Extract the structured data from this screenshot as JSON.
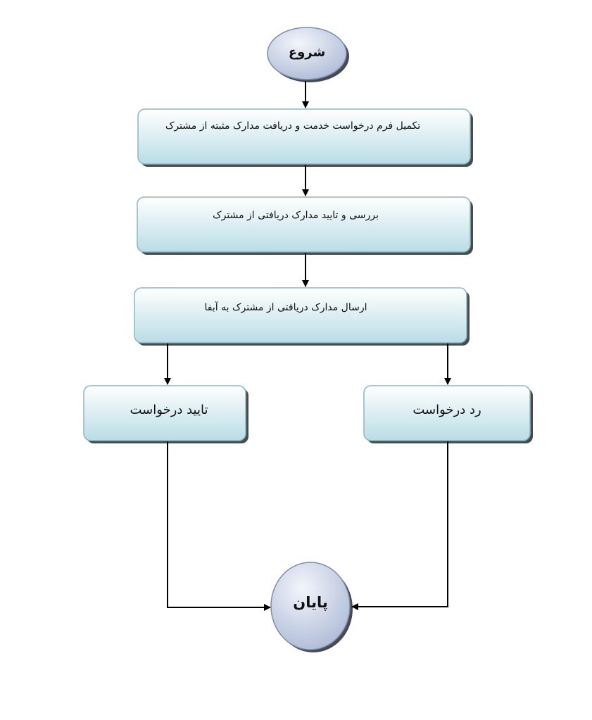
{
  "flowchart": {
    "start": {
      "label": "شروع"
    },
    "end": {
      "label": "پایان"
    },
    "steps": [
      {
        "label": "تکمیل فرم درخواست خدمت و دریافت مدارک مثبته از مشترک"
      },
      {
        "label": "بررسی و تایید مدارک دریافتی از مشترک"
      },
      {
        "label": "ارسال مدارک دریافتی از مشترک به آبفا"
      }
    ],
    "outcomes": {
      "approve": {
        "label": "تایید درخواست"
      },
      "reject": {
        "label": "رد درخواست"
      }
    }
  },
  "colors": {
    "box_fill_top": "#ffffff",
    "box_fill_bottom": "#b9dde6",
    "box_stroke": "#8ab7c4",
    "box_shadow": "#4a4a4a",
    "oval_fill_top": "#f3f5fb",
    "oval_fill_bottom": "#aab8d4",
    "oval_stroke": "#7d8db0",
    "line": "#000000"
  }
}
